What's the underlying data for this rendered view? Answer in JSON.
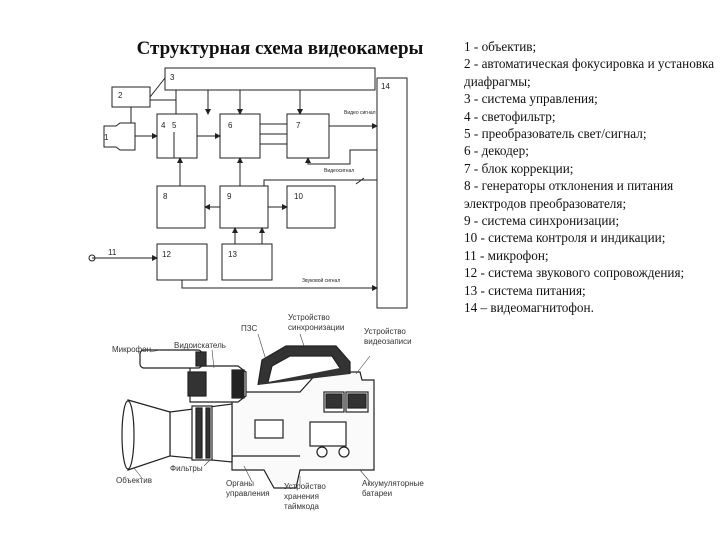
{
  "title": "Структурная схема видеокамеры",
  "blocks": [
    "1",
    "2",
    "3",
    "4",
    "5",
    "6",
    "7",
    "8",
    "9",
    "10",
    "11",
    "12",
    "13",
    "14"
  ],
  "signals": {
    "video_top": "Видео сигнал",
    "video_out": "Видеосигнал",
    "sound": "Звуковой сигнал"
  },
  "camera_labels": {
    "pzs": "ПЗС",
    "sync_device": "Устройство синхронизации",
    "video_record_device": "Устройство видеозаписи",
    "microphone": "Микрофон",
    "viewfinder": "Видоискатель",
    "filters": "Фильтры",
    "lens": "Объектив",
    "controls": "Органы управления",
    "timecode_storage": "Устройство хранения таймкода",
    "batteries": "Аккумуляторные батареи"
  },
  "legend": [
    "1 - объектив;",
    "2 - автоматическая фокусировка и установка диафрагмы;",
    "3 - система управления;",
    "4 - светофильтр;",
    "5 - преобразователь свет/сигнал;",
    "6 - декодер;",
    "7 - блок коррекции;",
    "8 - генераторы отклонения и питания электродов преобразователя;",
    "9 - система синхронизации;",
    "10 - система контроля и индикации;",
    "11 - микрофон;",
    "12 - система звукового сопровождения;",
    "13 - система питания;",
    "14 – видеомагнитофон."
  ]
}
